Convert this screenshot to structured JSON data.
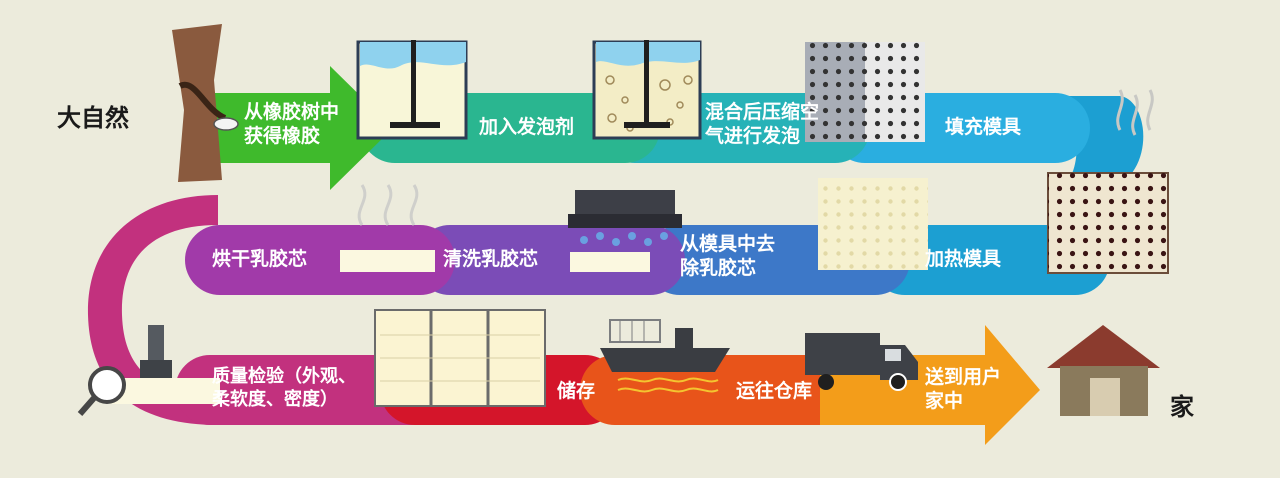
{
  "start_label": "大自然",
  "end_label": "家",
  "steps": [
    {
      "id": "step-1",
      "text": "从橡胶树中\n获得橡胶"
    },
    {
      "id": "step-2",
      "text": "加入发泡剂"
    },
    {
      "id": "step-3",
      "text": "混合后压缩空\n气进行发泡"
    },
    {
      "id": "step-4",
      "text": "填充模具"
    },
    {
      "id": "step-5",
      "text": "加热模具"
    },
    {
      "id": "step-6",
      "text": "从模具中去\n除乳胶芯"
    },
    {
      "id": "step-7",
      "text": "清洗乳胶芯"
    },
    {
      "id": "step-8",
      "text": "烘干乳胶芯"
    },
    {
      "id": "step-9",
      "text": "质量检验（外观、\n柔软度、密度）"
    },
    {
      "id": "step-10",
      "text": "储存"
    },
    {
      "id": "step-11",
      "text": "运往仓库"
    },
    {
      "id": "step-12",
      "text": "送到用户\n家中"
    }
  ],
  "colors": {
    "background": "#ecebdc",
    "green": "#3fba2c",
    "teal": "#2bb89a",
    "cyan": "#1ea6d6",
    "blue": "#3d78c8",
    "purple": "#8c46b4",
    "magenta": "#c2317e",
    "red": "#d4152a",
    "orange": "#f39d1a"
  },
  "icons": [
    "rubber-tree-icon",
    "foam-tank-icon",
    "mixing-tank-icon",
    "perforated-mold-icon",
    "steaming-mold-icon",
    "washing-machine-icon",
    "steam-icon",
    "magnifier-icon",
    "inspection-probe-icon",
    "warehouse-shelf-icon",
    "cargo-ship-icon",
    "truck-icon",
    "house-icon"
  ]
}
